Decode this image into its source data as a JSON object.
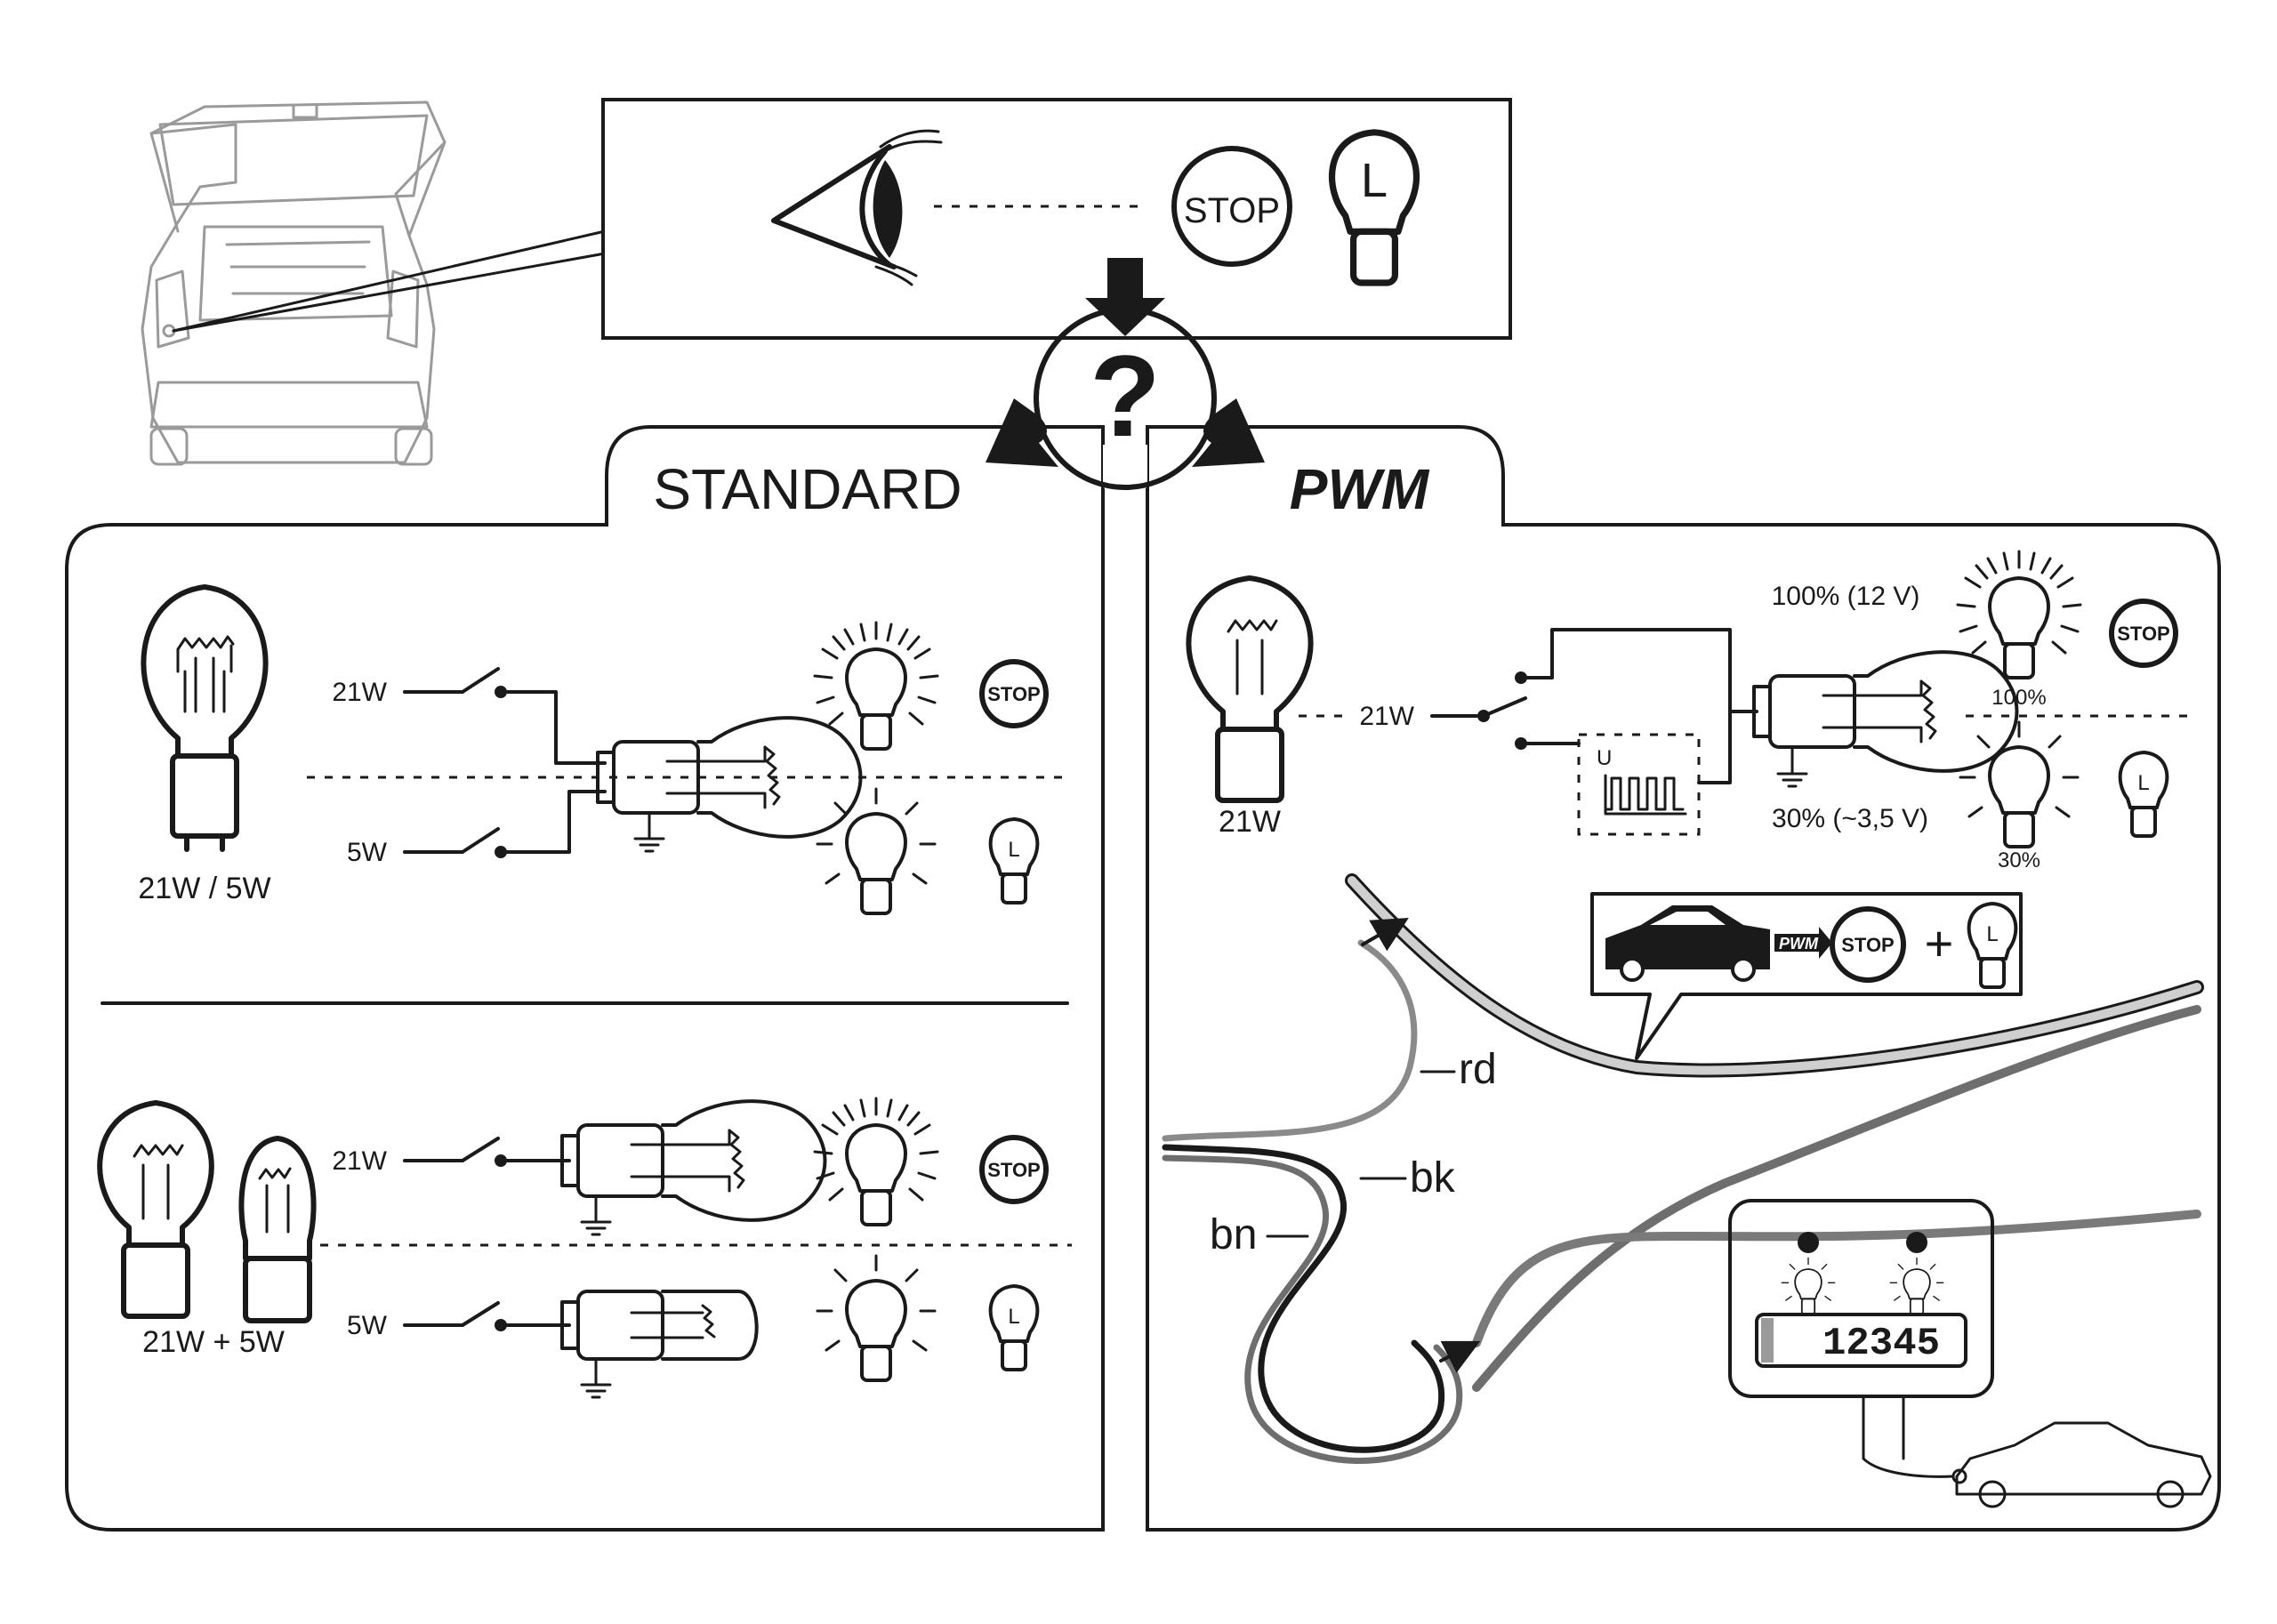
{
  "sections": {
    "standard_title": "STANDARD",
    "pwm_title": "PWM"
  },
  "top": {
    "question_mark": "?",
    "stop_label": "STOP",
    "l_label": "L"
  },
  "standard": {
    "single_bulb_label": "21W / 5W",
    "double_bulb_label": "21W + 5W",
    "switch_21w": "21W",
    "switch_5w": "5W",
    "stop_label": "STOP",
    "l_label": "L"
  },
  "pwm": {
    "bulb_label": "21W",
    "switch_21w": "21W",
    "full_label": "100% (12 V)",
    "pwm_label": "30% (~3,5 V)",
    "bright_pct": "100%",
    "dim_pct": "30%",
    "signal_u": "U",
    "badge": "PWM",
    "stop_label": "STOP",
    "l_label": "L",
    "plus": "+"
  },
  "wires": {
    "red": "rd",
    "black": "bk",
    "brown": "bn"
  },
  "plate": {
    "number": "12345"
  },
  "colors": {
    "line": "#1a1a1a",
    "car_outline": "#9a9a9a",
    "wire_red": "#808080",
    "wire_light": "#c8c8c8",
    "wire_dark": "#555555"
  }
}
